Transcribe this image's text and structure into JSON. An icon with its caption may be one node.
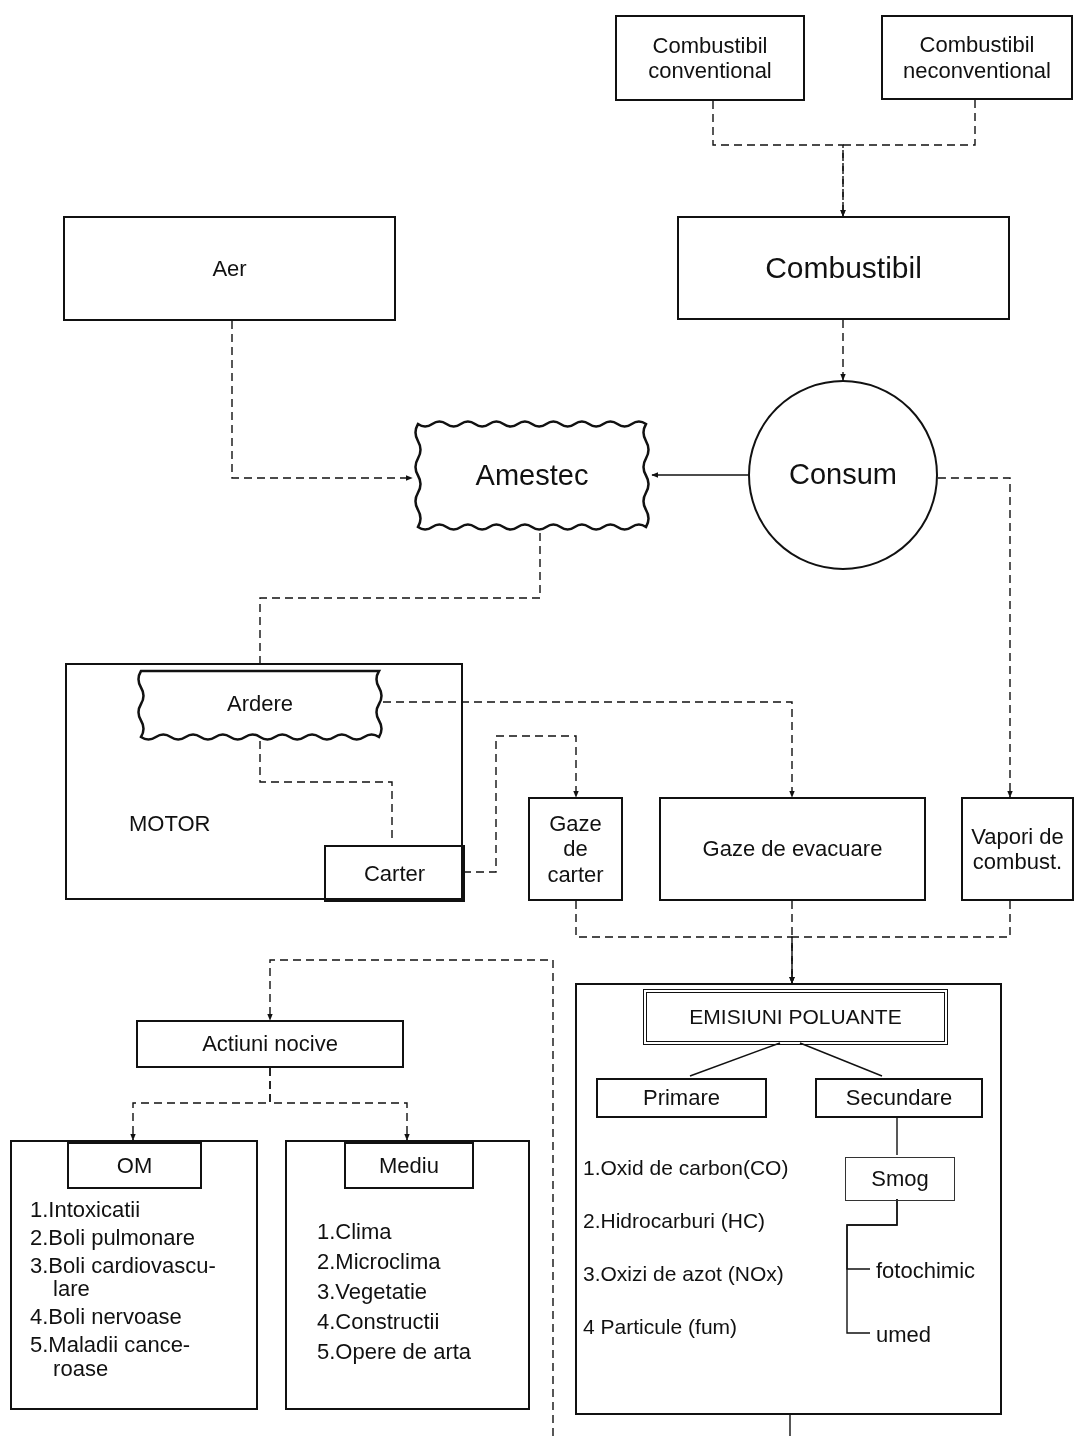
{
  "diagram": {
    "nodes": [
      {
        "text": [
          "Combustibil conventional"
        ]
      },
      {
        "text": [
          "Combustibil neconventional"
        ]
      },
      {
        "text": [
          "Aer"
        ]
      },
      {
        "text": [
          "Combustibil"
        ]
      },
      {
        "text": [
          "Amestec"
        ]
      },
      {
        "text": [
          "Consum"
        ]
      },
      {
        "text": [
          "MOTOR"
        ]
      },
      {
        "text": [
          "Ardere"
        ],
        "in": 6
      },
      {
        "text": [
          "Carter"
        ],
        "in": 6
      },
      {
        "text": [
          "Gaze de carter"
        ]
      },
      {
        "text": [
          "Gaze de evacuare"
        ]
      },
      {
        "text": [
          "Vapori de combust."
        ]
      },
      {
        "text": [
          "Actiuni nocive"
        ]
      },
      {
        "text": [
          "1.Intoxicatii",
          "2.Boli pulmonare",
          "3.Boli cardiovascu- lare",
          "4.Boli nervoase",
          "5.Maladii cance- roase"
        ]
      },
      {
        "text": [
          "OM"
        ],
        "in": 13
      },
      {
        "text": [
          "1.Clima",
          "2.Microclima",
          "3.Vegetatie",
          "4.Constructii",
          "5.Opere de arta"
        ]
      },
      {
        "text": [
          "Mediu"
        ],
        "in": 15
      },
      {
        "text": [
          "1.Oxid de carbon(CO)",
          "2.Hidrocarburi (HC)",
          "3.Oxizi de azot (NOx)",
          "4 Particule (fum)"
        ]
      },
      {
        "text": [
          "EMISIUNI POLUANTE"
        ],
        "in": 17
      },
      {
        "text": [
          "Primare"
        ],
        "in": 17
      },
      {
        "text": [
          "Secundare"
        ],
        "in": 17
      },
      {
        "text": [
          "Smog"
        ],
        "in": 17
      },
      {
        "text": [
          "fotochimic"
        ],
        "in": 17
      },
      {
        "text": [
          "umed"
        ],
        "in": 17
      }
    ],
    "edges": [
      {
        "from": 0,
        "to": 3,
        "arrow": "to",
        "style": "dashed"
      },
      {
        "from": 1,
        "to": 3,
        "arrow": "to",
        "style": "dashed"
      },
      {
        "from": 3,
        "to": 5,
        "arrow": "to",
        "style": "dashed"
      },
      {
        "from": 2,
        "to": 4,
        "arrow": "to",
        "style": "dashed"
      },
      {
        "from": 5,
        "to": 4,
        "arrow": "to"
      },
      {
        "from": 5,
        "to": 11,
        "arrow": "to",
        "style": "dashed"
      },
      {
        "from": 4,
        "to": 6,
        "arrow": "none",
        "style": "dashed"
      },
      {
        "from": 7,
        "to": 8,
        "arrow": "none",
        "style": "dashed"
      },
      {
        "from": 7,
        "to": 10,
        "arrow": "to",
        "style": "dashed"
      },
      {
        "from": 8,
        "to": 9,
        "arrow": "to",
        "style": "dashed"
      },
      {
        "from": 9,
        "to": 17,
        "arrow": "to",
        "style": "dashed"
      },
      {
        "from": 10,
        "to": 17,
        "arrow": "to",
        "style": "dashed"
      },
      {
        "from": 11,
        "to": 17,
        "arrow": "to",
        "style": "dashed"
      },
      {
        "from": 17,
        "to": null,
        "arrow": "none"
      },
      {
        "from": null,
        "to": 12,
        "arrow": "to",
        "style": "dashed"
      },
      {
        "from": 12,
        "to": 13,
        "arrow": "to",
        "style": "dashed"
      },
      {
        "from": 12,
        "to": 15,
        "arrow": "to",
        "style": "dashed"
      },
      {
        "from": 18,
        "to": 19,
        "arrow": "none"
      },
      {
        "from": 18,
        "to": 20,
        "arrow": "none"
      },
      {
        "from": 20,
        "to": 21,
        "arrow": "none"
      },
      {
        "from": 21,
        "to": 22,
        "arrow": "none"
      },
      {
        "from": 21,
        "to": 23,
        "arrow": "none"
      }
    ]
  }
}
